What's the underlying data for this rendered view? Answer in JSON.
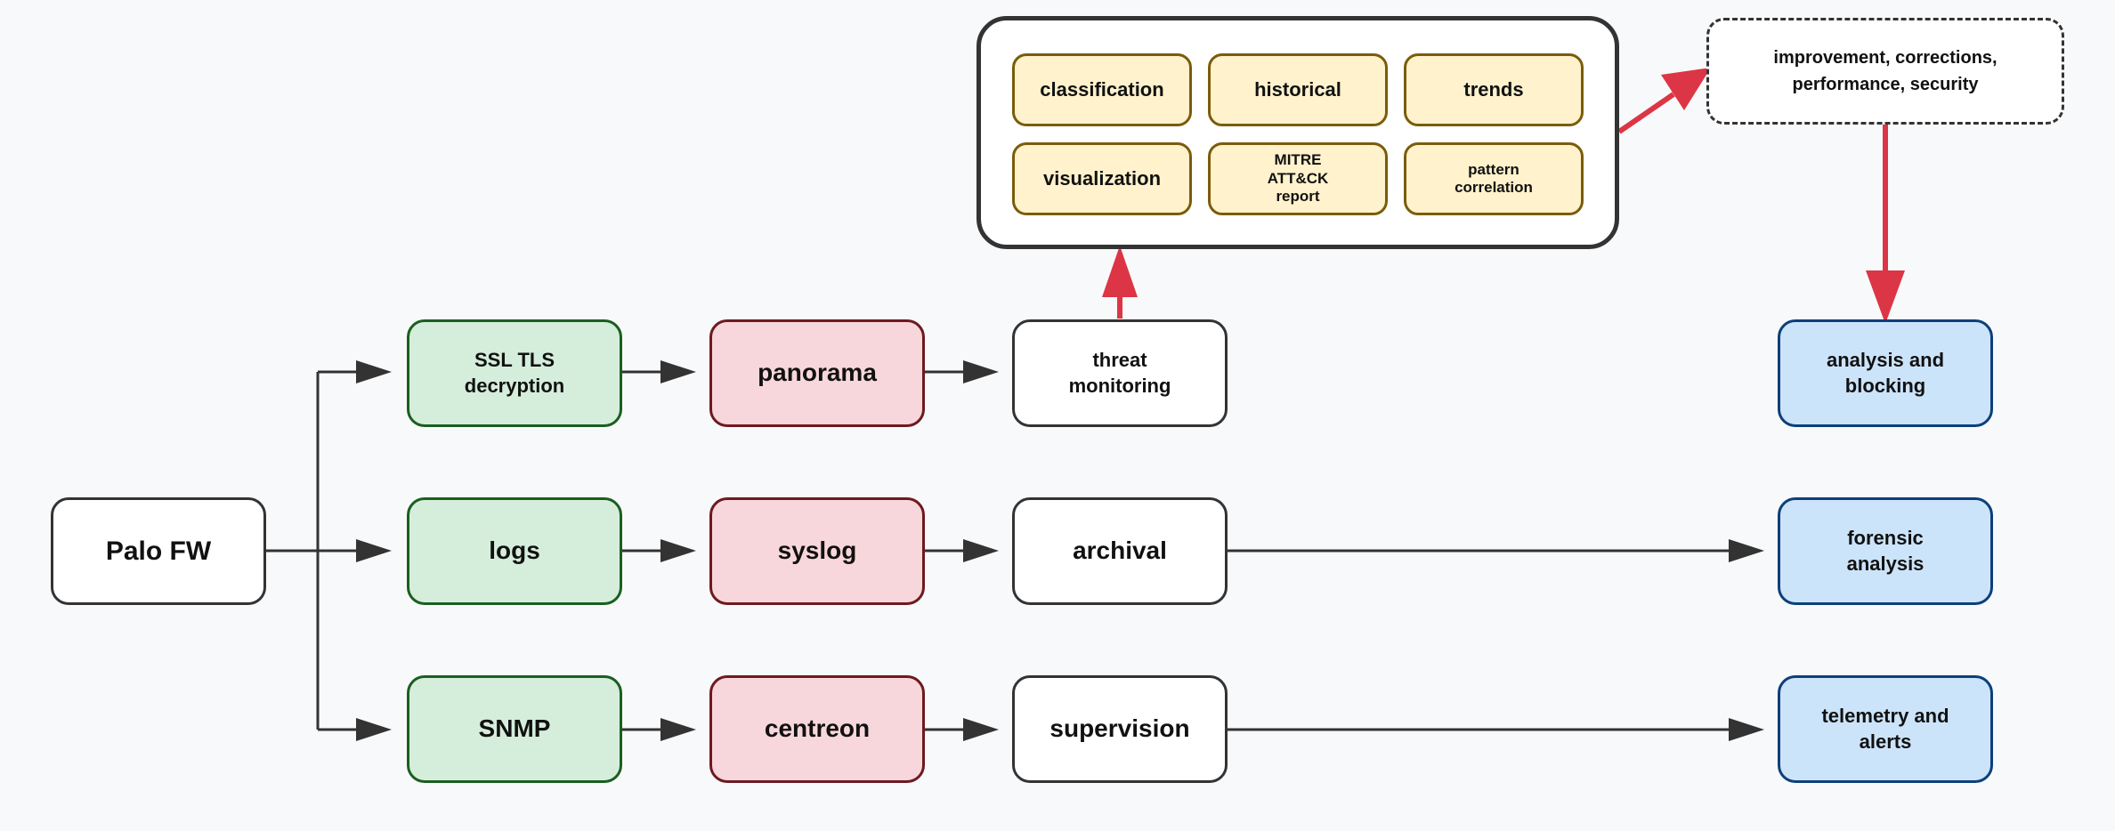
{
  "diagram": {
    "source": "Palo FW",
    "rows": [
      {
        "collect": "SSL TLS\ndecryption",
        "platform": "panorama",
        "usage": "threat\nmonitoring",
        "outcome": "analysis and\nblocking"
      },
      {
        "collect": "logs",
        "platform": "syslog",
        "usage": "archival",
        "outcome": "forensic\nanalysis"
      },
      {
        "collect": "SNMP",
        "platform": "centreon",
        "usage": "supervision",
        "outcome": "telemetry and\nalerts"
      }
    ],
    "capabilities": [
      "classification",
      "historical",
      "trends",
      "visualization",
      "MITRE\nATT&CK\nreport",
      "pattern\ncorrelation"
    ],
    "feedback": "improvement, corrections,\nperformance, security"
  },
  "colors": {
    "source_fill": "#ffffff",
    "collect_fill": "#d5eedb",
    "collect_border": "#1b5e20",
    "platform_fill": "#f8d7dc",
    "platform_border": "#6d1a1f",
    "usage_fill": "#ffffff",
    "outcome_fill": "#cce4fa",
    "outcome_border": "#0d3f7a",
    "capability_fill": "#fff2cc",
    "capability_border": "#7a5c0a",
    "arrow": "#333333",
    "highlight_arrow": "#dc3545",
    "background": "#f8f9fa"
  }
}
